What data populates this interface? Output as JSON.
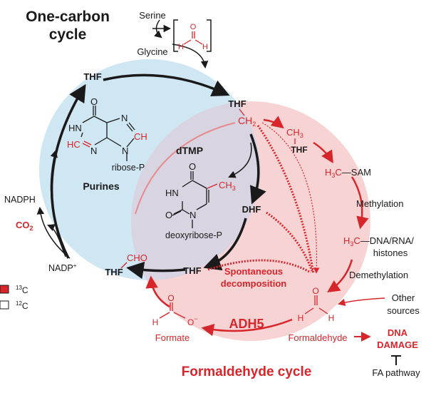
{
  "titles": {
    "one_carbon_line1": "One-carbon",
    "one_carbon_line2": "cycle",
    "formaldehyde_cycle": "Formaldehyde cycle"
  },
  "inputs": {
    "serine": "Serine",
    "glycine": "Glycine"
  },
  "thf_nodes": {
    "thf_top_left": "THF",
    "thf_top_right": "THF",
    "ch2": "CH",
    "ch2_sub": "2",
    "thf_bottom_right": "THF",
    "thf_bottom_left": "THF",
    "cho": "CHO",
    "dhf": "DHF"
  },
  "purine": {
    "label": "Purines",
    "o": "O",
    "hn": "HN",
    "n_top": "N",
    "ch": "CH",
    "hc": "HC",
    "n_mid": "N",
    "n_right": "N",
    "ribose": "ribose-P"
  },
  "dtmp": {
    "label": "dTMP",
    "o_top": "O",
    "hn": "HN",
    "ch3": "CH",
    "ch3_sub": "3",
    "o_bottom": "O",
    "n": "N",
    "deoxyribose": "deoxyribose-P"
  },
  "methylation_path": {
    "ch3": "CH",
    "ch3_sub": "3",
    "thf": "THF",
    "h3c_sam_h": "H",
    "h3c_sam_sub": "3",
    "h3c_sam_c": "C",
    "sam": "—SAM",
    "methylation": "Methylation",
    "h3c_dna_h": "H",
    "h3c_dna_sub": "3",
    "h3c_dna_c": "C",
    "dna": "—DNA/RNA/",
    "histones": "histones",
    "demethylation": "Demethylation"
  },
  "side": {
    "nadph": "NADPH",
    "co2": "CO",
    "co2_sub": "2",
    "nadp": "NADP",
    "nadp_sup": "+"
  },
  "legend": {
    "c13": "13",
    "c13_label": "C",
    "c12": "12",
    "c12_label": "C"
  },
  "formaldehyde_panel": {
    "spontaneous": "Spontaneous",
    "decomposition": "decomposition",
    "adh5": "ADH5",
    "formate": "Formate",
    "formaldehyde": "Formaldehyde",
    "other_sources_1": "Other",
    "other_sources_2": "sources",
    "dna_damage_1": "DNA",
    "dna_damage_2": "DAMAGE",
    "fa_pathway": "FA pathway",
    "formate_o_top": "O",
    "formate_h": "H",
    "formate_o_minus": "O",
    "formate_minus": "−",
    "fald_o": "O",
    "fald_h_left": "H",
    "fald_h_right": "H",
    "bracket_o": "O",
    "bracket_h_left": "H",
    "bracket_h_right": "H"
  },
  "colors": {
    "red": "#d7262b",
    "blue_fill": "#cfe6f3",
    "pink_fill": "#f7d3d3",
    "overlap_fill": "#d9d4e1",
    "black": "#1a1a1a"
  }
}
